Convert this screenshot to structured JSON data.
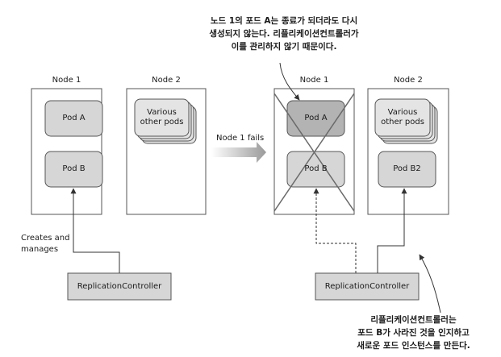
{
  "top_note": {
    "lines": [
      "노드 1의 포드 A는 종료가 되더라도 다시",
      "생성되지 않는다. 리플리케이션컨트롤러가",
      "이를 관리하지 않기 때문이다."
    ]
  },
  "bottom_note": {
    "lines": [
      "리플리케이션컨트롤러는",
      "포드 B가 사라진 것을 인지하고",
      "새로운 포드 인스턴스를 만든다."
    ]
  },
  "before": {
    "node1_title": "Node 1",
    "node2_title": "Node 2",
    "pod_a": "Pod A",
    "pod_b": "Pod B",
    "various_line1": "Various",
    "various_line2": "other pods",
    "creates_line1": "Creates and",
    "creates_line2": "manages",
    "rc_label": "ReplicationController"
  },
  "transition_label": "Node 1 fails",
  "after": {
    "node1_title": "Node 1",
    "node2_title": "Node 2",
    "pod_a": "Pod A",
    "pod_b": "Pod B",
    "various_line1": "Various",
    "various_line2": "other pods",
    "pod_b2": "Pod B2",
    "rc_label": "ReplicationController"
  },
  "colors": {
    "node_fill": "#ffffff",
    "node_stroke": "#555555",
    "pod_fill": "#d6d6d6",
    "pod_failed_fill": "#b3b3b3",
    "stack_fill": "#e4e4e4",
    "rc_fill": "#d6d6d6",
    "line": "#333333",
    "cross": "#6a6a6a",
    "arrow_fill": "#a8a8a8"
  }
}
